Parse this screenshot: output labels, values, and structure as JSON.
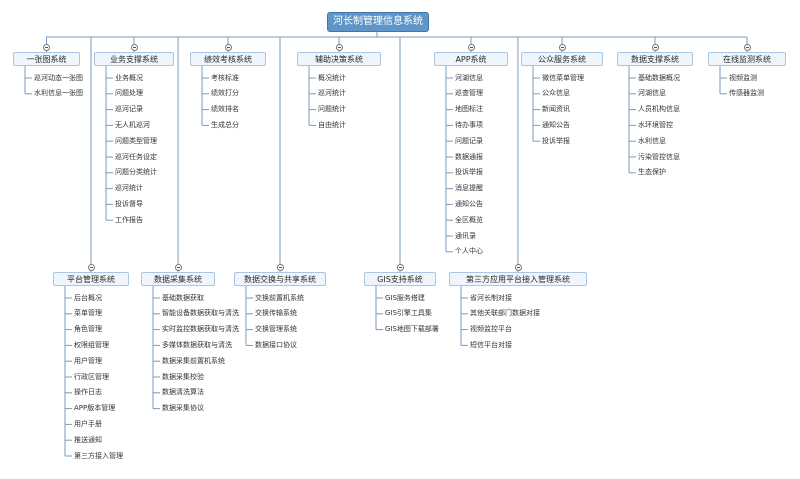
{
  "root": "河长制管理信息系统",
  "colors": {
    "root_fill": "#5f96c7",
    "branch_fill": "#eef5fc",
    "branch_border": "#a9c7e2",
    "line": "#7a9bbf"
  },
  "icons": {
    "toggle": "collapse-minus-icon"
  },
  "branches": [
    {
      "label": "一张图系统",
      "items": [
        "巡河动态一张图",
        "水利信息一张图"
      ]
    },
    {
      "label": "业务支撑系统",
      "items": [
        "业务概况",
        "问题处理",
        "巡河记录",
        "无人机巡河",
        "问题类型管理",
        "巡河任务设定",
        "问题分类统计",
        "巡河统计",
        "投诉督导",
        "工作报告"
      ]
    },
    {
      "label": "绩效考核系统",
      "items": [
        "考核标准",
        "绩效打分",
        "绩效排名",
        "生成总分"
      ]
    },
    {
      "label": "辅助决策系统",
      "items": [
        "概况统计",
        "巡河统计",
        "问题统计",
        "自由统计"
      ]
    },
    {
      "label": "APP系统",
      "items": [
        "河湖信息",
        "巡查管理",
        "地图标注",
        "待办事项",
        "问题记录",
        "数据通报",
        "投诉举报",
        "消息提醒",
        "通知公告",
        "全区概览",
        "通讯录",
        "个人中心"
      ]
    },
    {
      "label": "公众服务系统",
      "items": [
        "微信菜单管理",
        "公众信息",
        "新闻资讯",
        "通知公告",
        "投诉举报"
      ]
    },
    {
      "label": "数据支撑系统",
      "items": [
        "基础数据概况",
        "河湖信息",
        "人员机构信息",
        "水环境管控",
        "水利信息",
        "污染管控信息",
        "生态保护"
      ]
    },
    {
      "label": "在线监测系统",
      "items": [
        "视频监测",
        "传感器监测"
      ]
    },
    {
      "label": "平台管理系统",
      "items": [
        "后台概况",
        "菜单管理",
        "角色管理",
        "权限组管理",
        "用户管理",
        "行政区管理",
        "操作日志",
        "APP版本管理",
        "用户手册",
        "推送通知",
        "第三方接入管理"
      ]
    },
    {
      "label": "数据采集系统",
      "items": [
        "基础数据获取",
        "智能设备数据获取与清洗",
        "实时监控数据获取与清洗",
        "多媒体数据获取与清洗",
        "数据采集前置机系统",
        "数据采集校验",
        "数据清洗算法",
        "数据采集协议"
      ]
    },
    {
      "label": "数据交换与共享系统",
      "items": [
        "交换前置机系统",
        "交换传输系统",
        "交换管理系统",
        "数据接口协议"
      ]
    },
    {
      "label": "GIS支持系统",
      "items": [
        "GIS服务搭建",
        "GIS引擎工具集",
        "GIS地图下载部署"
      ]
    },
    {
      "label": "第三方应用平台接入管理系统",
      "items": [
        "省河长制对接",
        "其他关联部门数据对接",
        "视频监控平台",
        "短信平台对接"
      ]
    }
  ]
}
